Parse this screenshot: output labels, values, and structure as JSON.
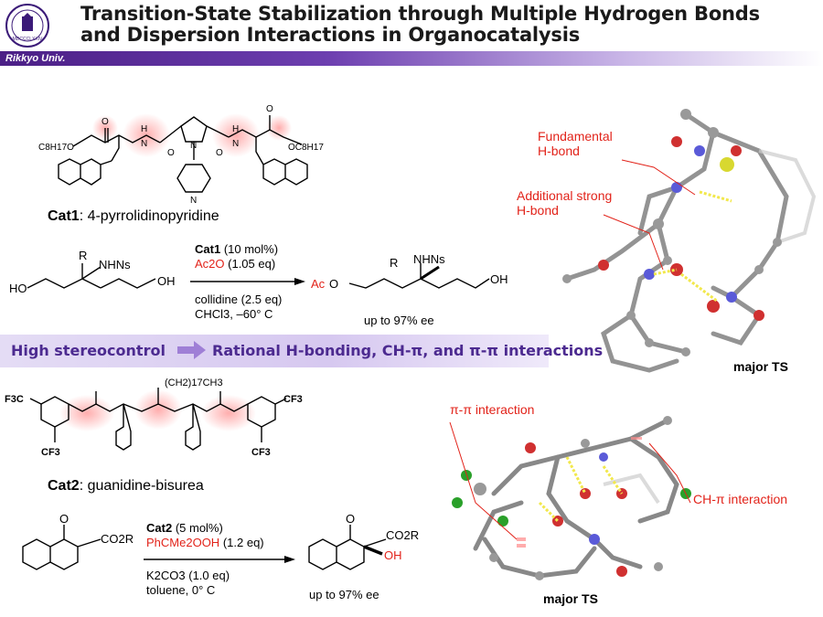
{
  "header": {
    "title_line1": "Transition-State Stabilization through Multiple Hydrogen Bonds",
    "title_line2": "and Dispersion Interactions in Organocatalysis",
    "university": "Rikkyo Univ.",
    "bar_color": "#5b2d9b"
  },
  "cat1": {
    "name": "Cat1",
    "desc": ": 4-pyrrolidinopyridine",
    "left_ester": "C8H17O",
    "right_ester": "OC8H17",
    "nh_left": "H",
    "n_left": "N",
    "nh_right": "H",
    "n_right": "N",
    "o1": "O",
    "o2": "O",
    "o3": "O",
    "o4": "O",
    "n_pyrrolidine": "N",
    "n_pyridine": "N"
  },
  "reaction1": {
    "catalyst": "Cat1",
    "catalyst_load": "(10 mol%)",
    "reagent": "Ac2O",
    "reagent_amount": "(1.05 eq)",
    "base": "collidine (2.5 eq)",
    "conditions": "CHCl3, –60° C",
    "substrate_r": "R",
    "substrate_nhns": "NHNs",
    "substrate_ho": "HO",
    "substrate_oh": "OH",
    "product_ac": "Ac",
    "product_o": "O",
    "product_r": "R",
    "product_nhns": "NHNs",
    "product_oh": "OH",
    "yield": "up to 97% ee"
  },
  "banner": {
    "left": "High stereocontrol",
    "right": "Rational H-bonding, CH-π, and π-π interactions"
  },
  "cat2": {
    "name": "Cat2",
    "desc": ": guanidine-bisurea",
    "chain": "(CH2)17CH3",
    "cf3_1": "F3C",
    "cf3_2": "CF3",
    "cf3_3": "CF3",
    "cf3_4": "CF3"
  },
  "reaction2": {
    "catalyst": "Cat2",
    "catalyst_load": "(5 mol%)",
    "oxidant": "PhCMe2OOH",
    "oxidant_amount": "(1.2 eq)",
    "base": "K2CO3 (1.0 eq)",
    "conditions": "toluene, 0° C",
    "substrate_o": "O",
    "substrate_co2r": "CO2R",
    "product_o": "O",
    "product_co2r": "CO2R",
    "product_oh": "OH",
    "yield": "up to 97% ee"
  },
  "ts1": {
    "callout1": "Fundamental\nH-bond",
    "callout1_a": "Fundamental",
    "callout1_b": "H-bond",
    "callout2_a": "Additional strong",
    "callout2_b": "H-bond",
    "label": "major TS"
  },
  "ts2": {
    "callout1": "π-π interaction",
    "callout2": "CH-π interaction",
    "label": "major TS"
  },
  "colors": {
    "accent_red": "#e2231a",
    "banner_text": "#4c2a90",
    "highlight": "#ffb3b3"
  }
}
